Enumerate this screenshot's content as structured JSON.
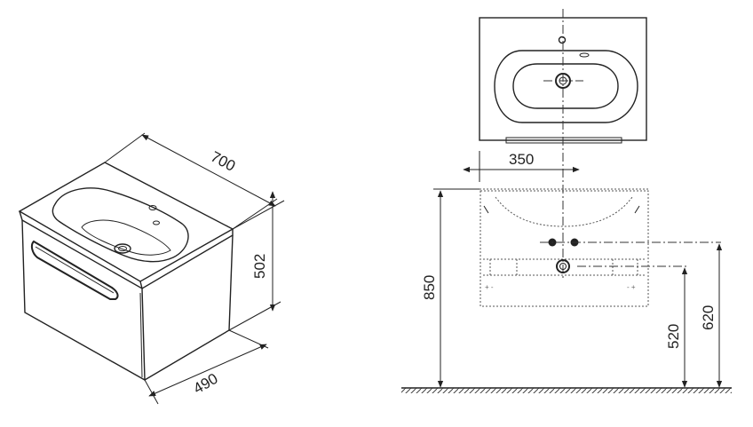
{
  "iso_view": {
    "width_dim": "700",
    "height_dim": "502",
    "depth_dim": "490"
  },
  "front_view": {
    "offset_dim": "350",
    "total_height_dim": "850",
    "drain_height_dim": "520",
    "supply_height_dim": "620"
  }
}
